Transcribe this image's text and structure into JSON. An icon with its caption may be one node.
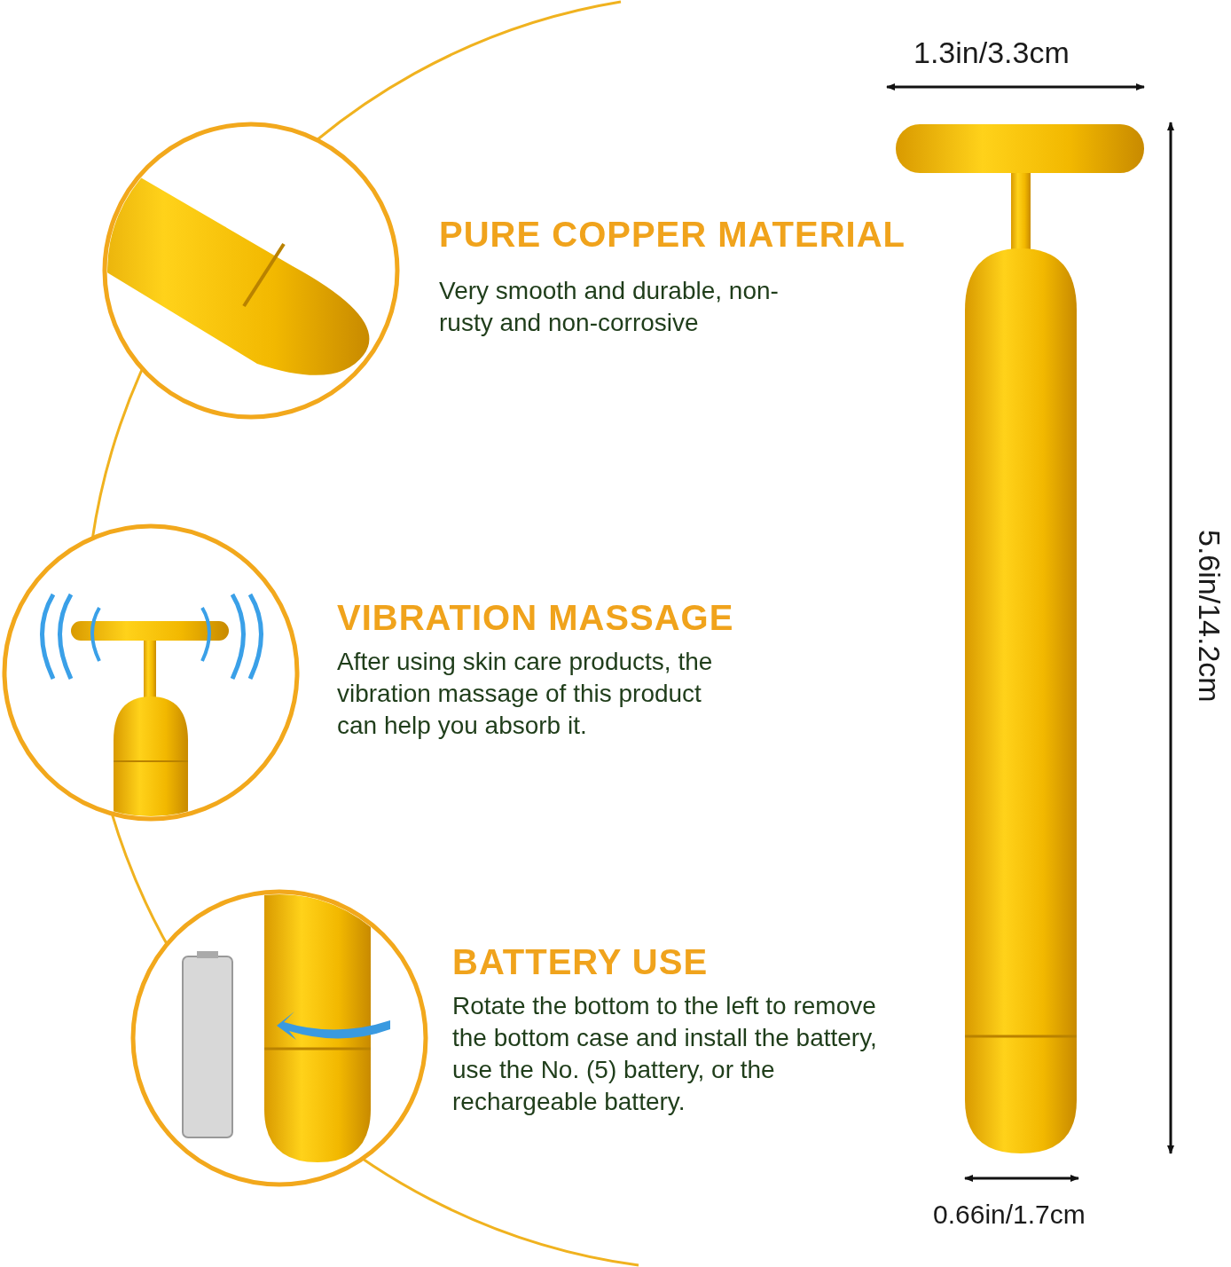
{
  "diagram": {
    "labels": [
      "1.3in/3.3cm",
      "PURE COPPER MATERIAL",
      "Very smooth and durable, non-rusty and non-corrosive",
      "VIBRATION MASSAGE",
      "After using skin care products, the vibration massage of this product can help you absorb it.",
      "5.6in/14.2cm",
      "BATTERY USE",
      "Rotate the bottom to the left to remove the bottom case and install the battery, use the No. (5) battery, or the rechargeable battery.",
      "0.66in/1.7cm"
    ]
  }
}
